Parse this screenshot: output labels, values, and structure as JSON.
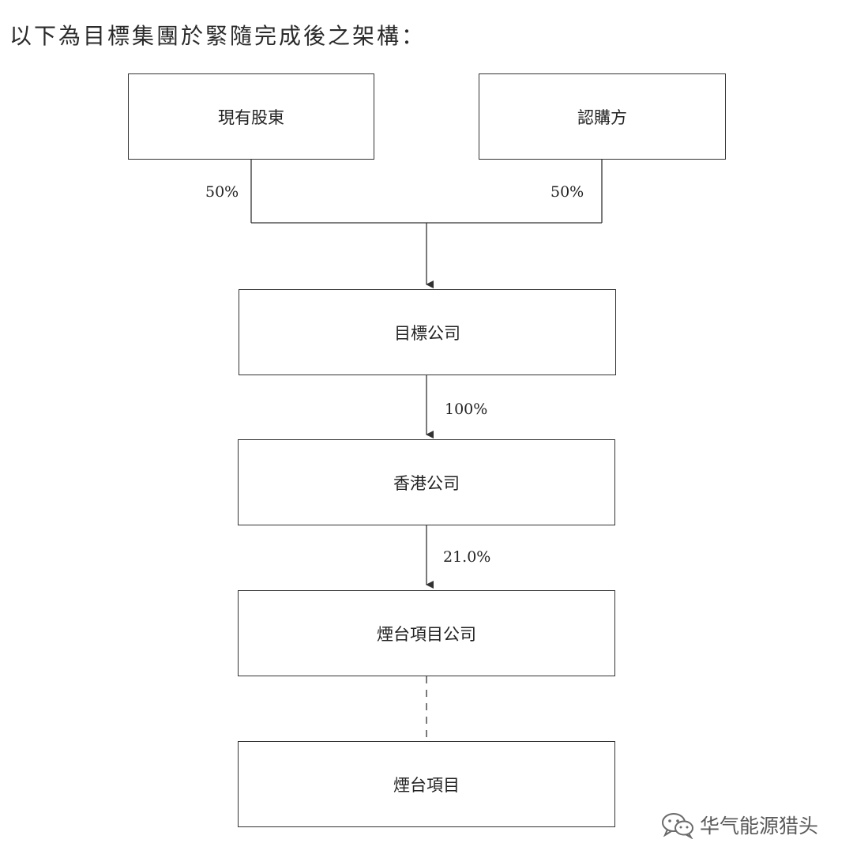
{
  "heading": "以下為目標集團於緊隨完成後之架構：",
  "nodes": {
    "shareholders": "現有股東",
    "subscriber": "認購方",
    "target_company": "目標公司",
    "hk_company": "香港公司",
    "yantai_project_company": "煙台項目公司",
    "yantai_project": "煙台項目"
  },
  "edges": {
    "shareholders_pct": "50%",
    "subscriber_pct": "50%",
    "target_to_hk_pct": "100%",
    "hk_to_yantai_pct": "21.0%"
  },
  "watermark": {
    "icon": "wechat-icon",
    "text": "华气能源猎头"
  }
}
